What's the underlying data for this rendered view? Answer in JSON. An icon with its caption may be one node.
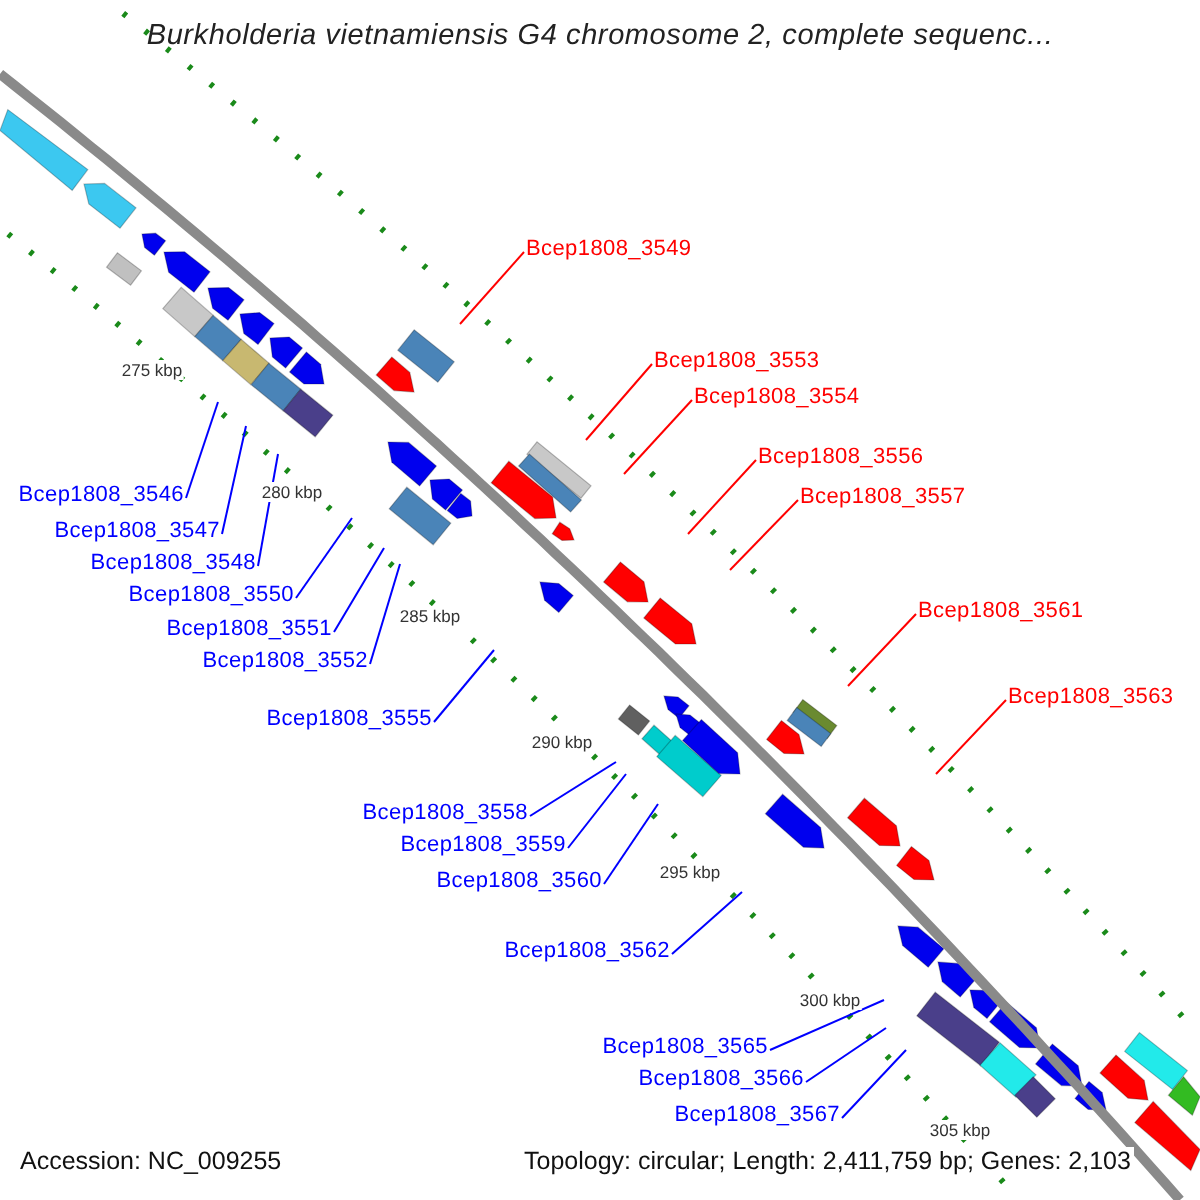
{
  "diagram": {
    "title": "Burkholderia vietnamiensis G4 chromosome 2, complete sequenc...",
    "nodes": [
      {
        "text": [
          "Bcep1808_3549"
        ]
      },
      {
        "text": [
          "Bcep1808_3553"
        ]
      },
      {
        "text": [
          "Bcep1808_3554"
        ]
      },
      {
        "text": [
          "Bcep1808_3556"
        ]
      },
      {
        "text": [
          "Bcep1808_3546"
        ]
      },
      {
        "text": [
          "Bcep1808_3557"
        ]
      },
      {
        "text": [
          "Bcep1808_3547"
        ]
      },
      {
        "text": [
          "Bcep1808_3548"
        ]
      },
      {
        "text": [
          "Bcep1808_3550"
        ]
      },
      {
        "text": [
          "Bcep1808_3561"
        ]
      },
      {
        "text": [
          "Bcep1808_3551"
        ]
      },
      {
        "text": [
          "Bcep1808_3552"
        ]
      },
      {
        "text": [
          "Bcep1808_3563"
        ]
      },
      {
        "text": [
          "Bcep1808_3555"
        ]
      },
      {
        "text": [
          "Bcep1808_3558"
        ]
      },
      {
        "text": [
          "Bcep1808_3559"
        ]
      },
      {
        "text": [
          "Bcep1808_3560"
        ]
      },
      {
        "text": [
          "Bcep1808_3562"
        ]
      },
      {
        "text": [
          "Bcep1808_3565"
        ]
      },
      {
        "text": [
          "Bcep1808_3566"
        ]
      },
      {
        "text": [
          "Bcep1808_3567"
        ]
      }
    ],
    "edges": [
      {
        "from": 0,
        "to": null,
        "arrow": "none",
        "color": "#ff0000"
      },
      {
        "from": 1,
        "to": null,
        "arrow": "none",
        "color": "#ff0000"
      },
      {
        "from": 2,
        "to": null,
        "arrow": "none",
        "color": "#ff0000"
      },
      {
        "from": 3,
        "to": null,
        "arrow": "none",
        "color": "#ff0000"
      },
      {
        "from": 4,
        "to": null,
        "arrow": "none"
      },
      {
        "from": 5,
        "to": null,
        "arrow": "none",
        "color": "#ff0000"
      },
      {
        "from": 6,
        "to": null,
        "arrow": "none"
      },
      {
        "from": 7,
        "to": null,
        "arrow": "none"
      },
      {
        "from": 8,
        "to": null,
        "arrow": "none"
      },
      {
        "from": 9,
        "to": null,
        "arrow": "none",
        "color": "#ff0000"
      },
      {
        "from": 10,
        "to": null,
        "arrow": "none"
      },
      {
        "from": 11,
        "to": null,
        "arrow": "none"
      },
      {
        "from": 12,
        "to": null,
        "arrow": "none",
        "color": "#ff0000"
      },
      {
        "from": 13,
        "to": null,
        "arrow": "none"
      },
      {
        "from": 14,
        "to": null,
        "arrow": "none"
      },
      {
        "from": 15,
        "to": null,
        "arrow": "none"
      },
      {
        "from": 16,
        "to": null,
        "arrow": "none"
      },
      {
        "from": 17,
        "to": null,
        "arrow": "none"
      },
      {
        "from": 18,
        "to": null,
        "arrow": "none"
      },
      {
        "from": 19,
        "to": null,
        "arrow": "none"
      },
      {
        "from": 20,
        "to": null,
        "arrow": "none"
      }
    ],
    "labels": [
      "275 kbp",
      "280 kbp",
      "285 kbp",
      "290 kbp",
      "295 kbp",
      "300 kbp",
      "305 kbp",
      "Accession: NC_009255",
      "Topology: circular; Length: 2,411,759 bp; Genes: 2,103"
    ]
  }
}
